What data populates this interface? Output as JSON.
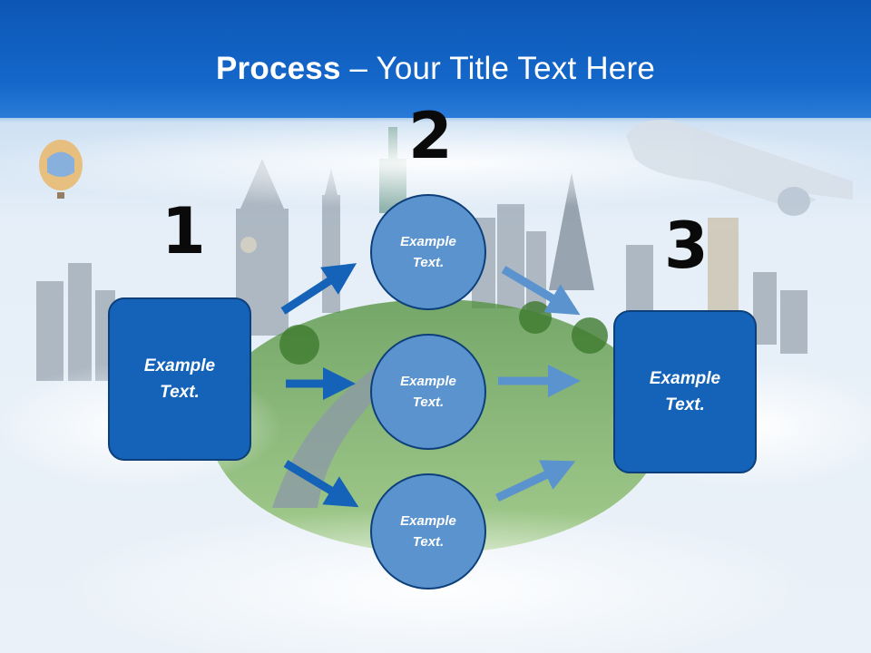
{
  "title": {
    "bold": "Process",
    "rest": " – Your Title Text Here"
  },
  "steps": {
    "one": "1",
    "two": "2",
    "three": "3"
  },
  "left_box": {
    "text": "Example\nText."
  },
  "right_box": {
    "text": "Example\nText."
  },
  "circles": [
    {
      "text": "Example\nText."
    },
    {
      "text": "Example\nText."
    },
    {
      "text": "Example\nText."
    }
  ],
  "colors": {
    "box": "#1463b8",
    "circle": "#5b93cf",
    "arrow_dark": "#1463b8",
    "arrow_light": "#5b93cf",
    "title_band": "#0c57b6"
  }
}
